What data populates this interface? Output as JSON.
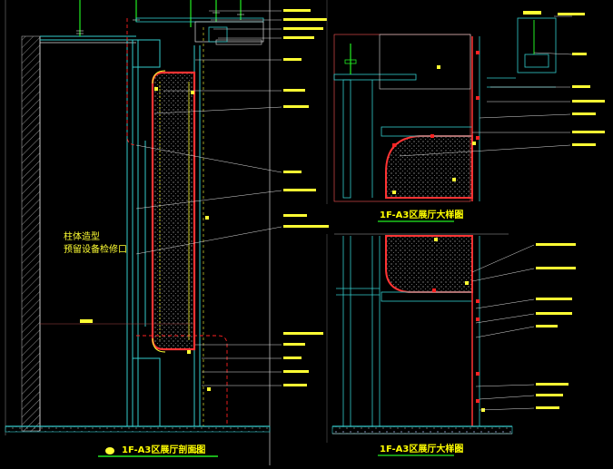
{
  "colors": {
    "background": "#000000",
    "frame": "#d8d8d8",
    "cyan": "#33cccc",
    "red": "#ff2222",
    "yellow": "#ffff33",
    "green": "#22ee22",
    "white": "#e8e8e8",
    "dim": "#5a5a5a"
  },
  "left_view": {
    "title": "1F-A3区展厅剖面图",
    "scale": "1:20",
    "note_line1": "柱体造型",
    "note_line2": "预留设备检修口"
  },
  "top_right_view": {
    "title": "1F-A3区展厅大样图",
    "scale": "1:10"
  },
  "bottom_right_view": {
    "title": "1F-A3区展厅大样图",
    "scale": "1:10"
  }
}
